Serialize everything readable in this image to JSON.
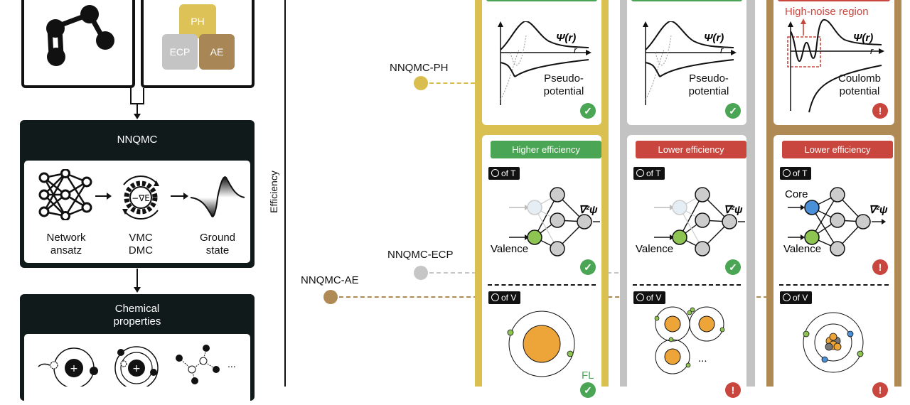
{
  "left": {
    "energy_tags": {
      "ph": "PH",
      "ecp": "ECP",
      "ae": "AE"
    },
    "nnqmc": {
      "title": "NNQMC",
      "network_label": "Network\nansatz",
      "vmc_label": "VMC\nDMC",
      "ground_label": "Ground\nstate",
      "operator": "−∇E"
    },
    "chemical": {
      "title": "Chemical\nproperties",
      "ellipsis": "..."
    }
  },
  "axis_label": "Efficiency",
  "methods": [
    {
      "name": "NNQMC-PH",
      "color": "#d9bd4f"
    },
    {
      "name": "NNQMC-ECP",
      "color": "#bdbdbd"
    },
    {
      "name": "NNQMC-AE",
      "color": "#b08a55"
    }
  ],
  "columns": [
    {
      "color": "#d9c051",
      "wave": {
        "psi": "Ψ(r)",
        "r": "r",
        "potential": "Pseudo-\npotential",
        "status": "ok"
      },
      "efficiency": {
        "label": "Higher efficiency",
        "color": "#4aa554"
      },
      "t_tag": "of T",
      "net": {
        "valence": "Valence",
        "core": "",
        "out": "∇²ψ",
        "status": "ok"
      },
      "v_tag": "of V",
      "v_text": "FL",
      "v_ellipsis": ""
    },
    {
      "color": "#c3c3c3",
      "wave": {
        "psi": "Ψ(r)",
        "r": "r",
        "potential": "Pseudo-\npotential",
        "status": "ok"
      },
      "efficiency": {
        "label": "Lower efficiency",
        "color": "#c9463e"
      },
      "t_tag": "of T",
      "net": {
        "valence": "Valence",
        "core": "",
        "out": "∇²ψ",
        "status": "ok"
      },
      "v_tag": "of V",
      "v_text": "",
      "v_ellipsis": "..."
    },
    {
      "color": "#b08a55",
      "wave": {
        "psi": "Ψ(r)",
        "r": "r",
        "potential": "Coulomb\npotential",
        "status": "bad",
        "noise": "High-noise region"
      },
      "efficiency": {
        "label": "Lower efficiency",
        "color": "#c9463e"
      },
      "t_tag": "of T",
      "net": {
        "valence": "Valence",
        "core": "Core",
        "out": "∇²ψ",
        "status": "bad"
      },
      "v_tag": "of V",
      "v_text": "",
      "v_ellipsis": ""
    }
  ],
  "status_symbols": {
    "ok": "✓",
    "bad": "!"
  }
}
